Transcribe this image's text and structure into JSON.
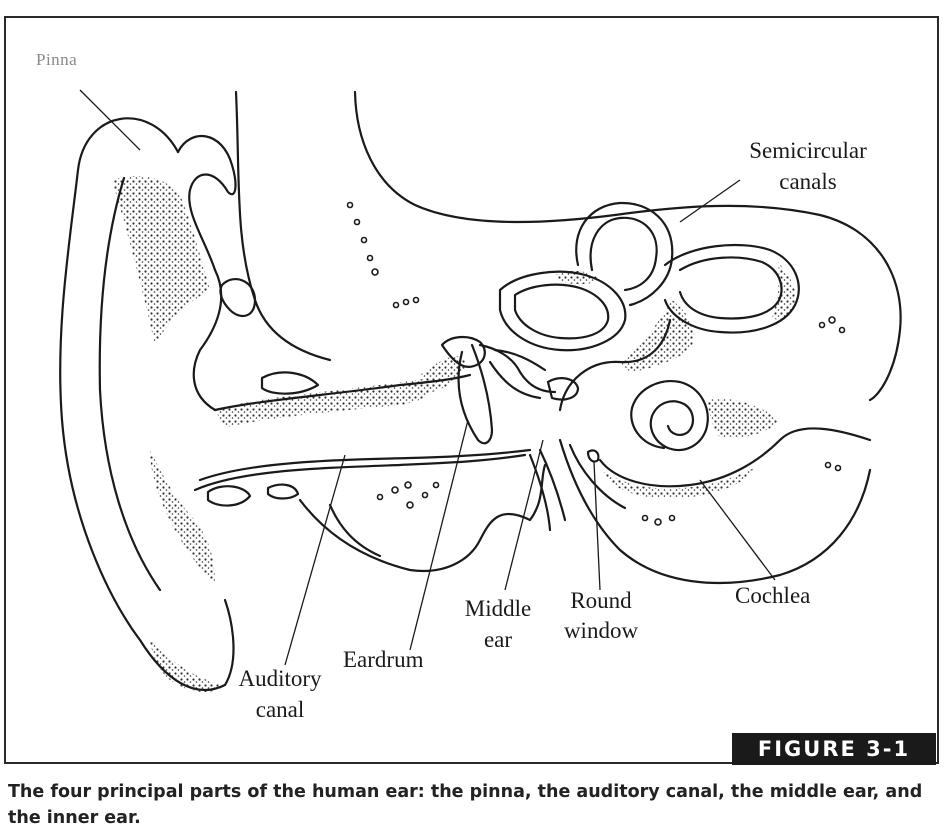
{
  "figure": {
    "badge": "FIGURE 3-1",
    "caption": "The four principal parts of the human ear: the pinna, the auditory canal, the middle ear, and the inner ear."
  },
  "labels": {
    "pinna": "Pinna",
    "semicircular_1": "Semicircular",
    "semicircular_2": "canals",
    "cochlea": "Cochlea",
    "round_window_1": "Round",
    "round_window_2": "window",
    "middle_ear_1": "Middle",
    "middle_ear_2": "ear",
    "eardrum": "Eardrum",
    "auditory_canal_1": "Auditory",
    "auditory_canal_2": "canal"
  },
  "colors": {
    "ink": "#1a1a1a",
    "badge_bg": "#1a1a1a",
    "badge_text": "#ffffff"
  }
}
